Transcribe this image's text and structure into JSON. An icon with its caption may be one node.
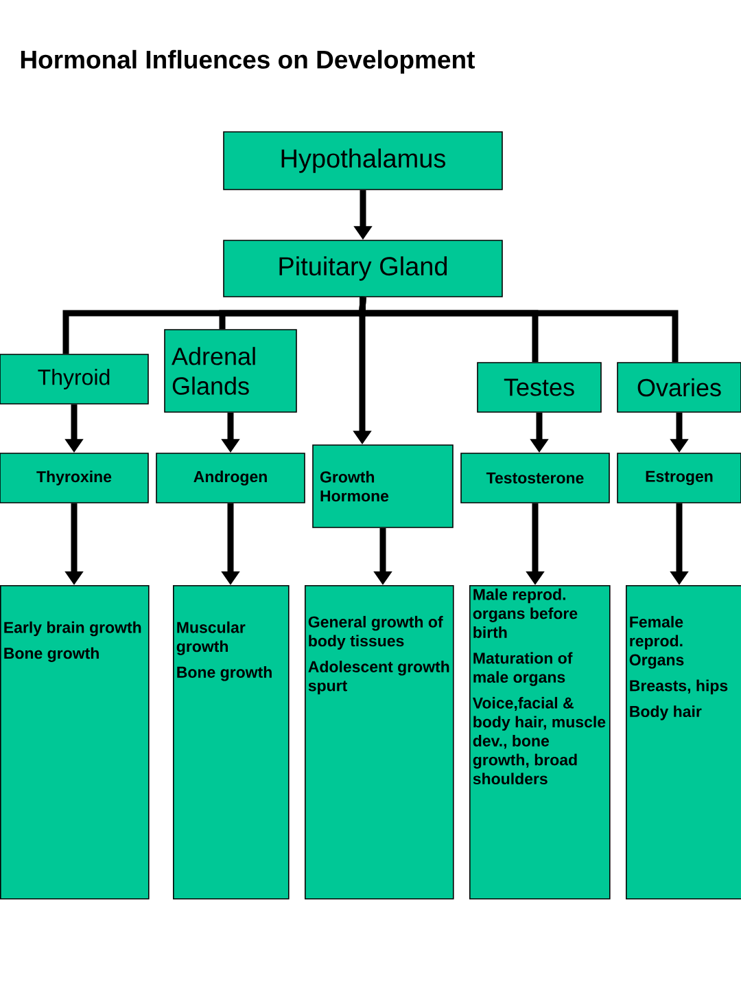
{
  "diagram": {
    "title": "Hormonal Influences on Development",
    "nodes": [
      {
        "text": [
          "Hypothalamus"
        ]
      },
      {
        "text": [
          "Pituitary Gland"
        ]
      },
      {
        "text": [
          "Thyroid"
        ]
      },
      {
        "text": [
          "Adrenal Glands"
        ]
      },
      {
        "text": [
          "Testes"
        ]
      },
      {
        "text": [
          "Ovaries"
        ]
      },
      {
        "text": [
          "Thyroxine"
        ]
      },
      {
        "text": [
          "Androgen"
        ]
      },
      {
        "text": [
          "Growth Hormone"
        ]
      },
      {
        "text": [
          "Testosterone"
        ]
      },
      {
        "text": [
          "Estrogen"
        ]
      },
      {
        "text": [
          "Early brain growth",
          "Bone growth"
        ]
      },
      {
        "text": [
          "Muscular growth",
          "Bone growth"
        ]
      },
      {
        "text": [
          "General growth of body tissues",
          "Adolescent growth spurt"
        ]
      },
      {
        "text": [
          "Male reprod. organs before birth",
          "Maturation of male organs",
          "Voice,facial & body hair, muscle dev., bone growth, broad shoulders"
        ]
      },
      {
        "text": [
          "Female reprod. Organs",
          "Breasts, hips",
          "Body hair"
        ]
      }
    ],
    "edges": [
      {
        "from": 0,
        "to": 1,
        "arrow": "to"
      },
      {
        "from": 1,
        "to": 2,
        "arrow": "none"
      },
      {
        "from": 1,
        "to": 3,
        "arrow": "none"
      },
      {
        "from": 1,
        "to": 8,
        "arrow": "to"
      },
      {
        "from": 1,
        "to": 4,
        "arrow": "none"
      },
      {
        "from": 1,
        "to": 5,
        "arrow": "none"
      },
      {
        "from": 2,
        "to": 6,
        "arrow": "to"
      },
      {
        "from": 3,
        "to": 7,
        "arrow": "to"
      },
      {
        "from": 4,
        "to": 9,
        "arrow": "to"
      },
      {
        "from": 5,
        "to": 10,
        "arrow": "to"
      },
      {
        "from": 6,
        "to": 11,
        "arrow": "to"
      },
      {
        "from": 7,
        "to": 12,
        "arrow": "to"
      },
      {
        "from": 8,
        "to": 13,
        "arrow": "to"
      },
      {
        "from": 9,
        "to": 14,
        "arrow": "to"
      },
      {
        "from": 10,
        "to": 15,
        "arrow": "to"
      }
    ]
  }
}
